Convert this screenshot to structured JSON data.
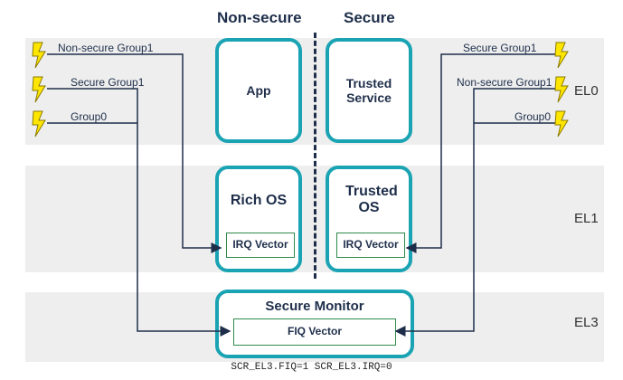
{
  "columns": {
    "non_secure": "Non-secure",
    "secure": "Secure"
  },
  "levels": {
    "el0": "EL0",
    "el1": "EL1",
    "el3": "EL3"
  },
  "boxes": {
    "app": "App",
    "trusted_service": "Trusted Service",
    "rich_os": "Rich OS",
    "trusted_os": "Trusted OS",
    "secure_monitor": "Secure Monitor"
  },
  "vectors": {
    "rich_irq": "IRQ Vector",
    "trusted_irq": "IRQ Vector",
    "monitor_fiq": "FIQ Vector"
  },
  "interrupt_sources": {
    "left": [
      "Non-secure Group1",
      "Secure Group1",
      "Group0"
    ],
    "right": [
      "Secure Group1",
      "Non-secure Group1",
      "Group0"
    ]
  },
  "footer": "SCR_EL3.FIQ=1 SCR_EL3.IRQ=0",
  "colors": {
    "box_border": "#1aa3b3",
    "vector_border": "#2e8b4a",
    "bolt_fill": "#ffe600",
    "band": "#eeeeee",
    "wire": "#1e2e4a"
  },
  "icons": {
    "interrupt": "lightning-bolt-icon"
  }
}
